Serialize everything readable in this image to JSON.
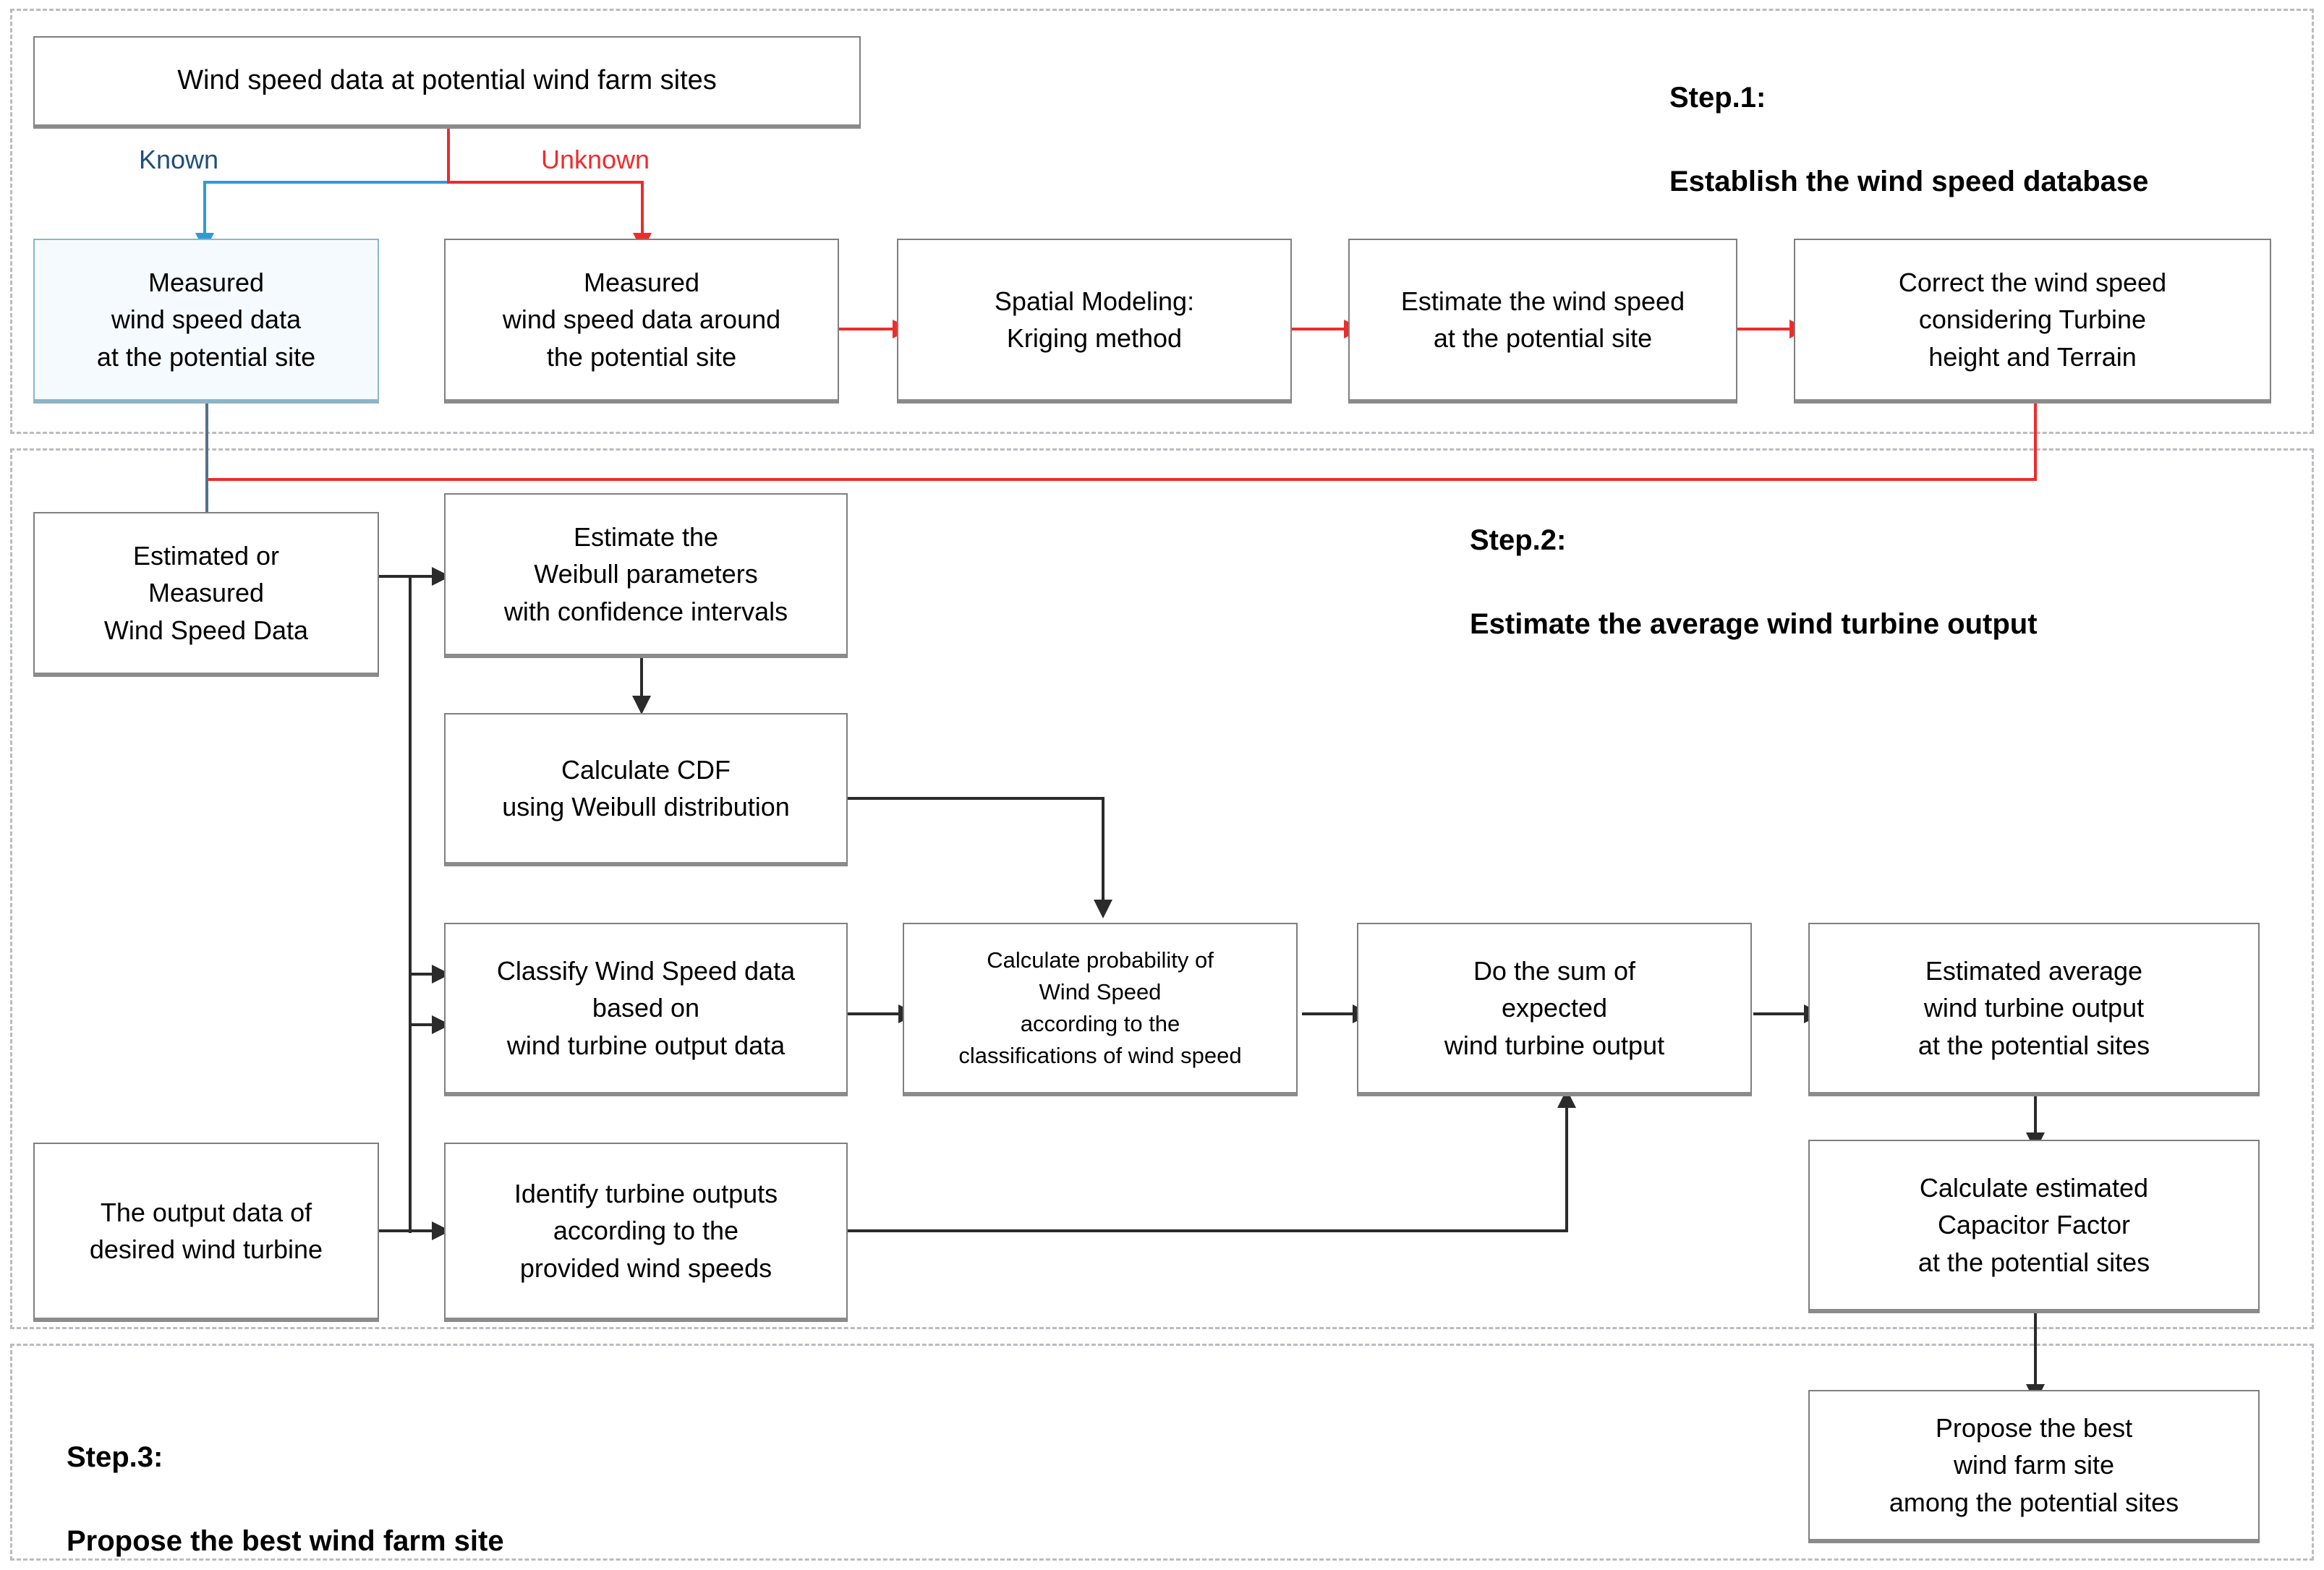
{
  "diagram": {
    "title_internal": "Wind farm site selection methodology flowchart",
    "colors": {
      "known_branch": "#1f4e79",
      "known_line": "#2e9bd6",
      "unknown_branch": "#ef2b2b",
      "box_border": "#7f7f7f",
      "highlight_box_border": "#8eb4c8",
      "band_border": "#b9bcc0",
      "connector": "#2b2b2b"
    }
  },
  "steps": [
    {
      "id": "step1",
      "number": "Step.1:",
      "title": "Establish the wind speed database"
    },
    {
      "id": "step2",
      "number": "Step.2:",
      "title": "Estimate the average wind turbine output"
    },
    {
      "id": "step3",
      "number": "Step.3:",
      "title": "Propose the best wind farm site"
    }
  ],
  "edge_labels": {
    "known": "Known",
    "unknown": "Unknown"
  },
  "nodes": [
    {
      "id": "n1",
      "label": "Wind speed data at potential wind farm sites"
    },
    {
      "id": "n2",
      "label": "Measured\nwind speed data\nat the potential site"
    },
    {
      "id": "n3",
      "label": "Measured\nwind speed data around\nthe potential site"
    },
    {
      "id": "n4",
      "label": "Spatial Modeling:\nKriging method"
    },
    {
      "id": "n5",
      "label": "Estimate the wind speed\nat the potential site"
    },
    {
      "id": "n6",
      "label": "Correct the wind speed\nconsidering Turbine\nheight and Terrain"
    },
    {
      "id": "n7",
      "label": "Estimated or\nMeasured\nWind Speed Data"
    },
    {
      "id": "n8",
      "label": "Estimate the\nWeibull parameters\nwith confidence intervals"
    },
    {
      "id": "n9",
      "label": "Calculate CDF\nusing Weibull distribution"
    },
    {
      "id": "n10",
      "label": "Classify Wind Speed data\nbased on\nwind turbine output data"
    },
    {
      "id": "n11",
      "label": "Calculate probability of\nWind Speed\naccording to the\nclassifications of wind speed"
    },
    {
      "id": "n12",
      "label": "Do the sum of\nexpected\nwind turbine output"
    },
    {
      "id": "n13",
      "label": "Estimated average\nwind turbine output\nat the potential sites"
    },
    {
      "id": "n14",
      "label": "The output data of\ndesired wind turbine"
    },
    {
      "id": "n15",
      "label": "Identify turbine outputs\naccording to the\nprovided wind speeds"
    },
    {
      "id": "n16",
      "label": "Calculate estimated\nCapacitor Factor\nat the potential sites"
    },
    {
      "id": "n17",
      "label": "Propose the best\nwind farm site\namong the potential sites"
    }
  ]
}
